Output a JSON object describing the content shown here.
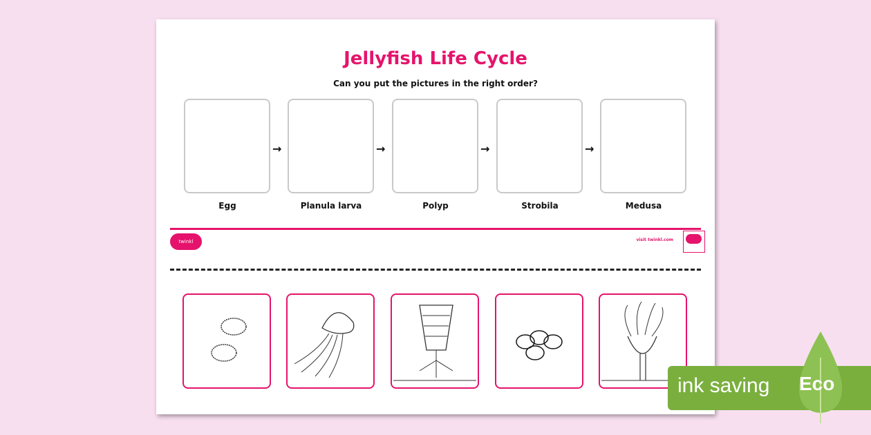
{
  "worksheet": {
    "title": "Jellyfish Life Cycle",
    "subtitle": "Can you put the pictures in the right order?",
    "stages": [
      "Egg",
      "Planula larva",
      "Polyp",
      "Strobila",
      "Medusa"
    ],
    "arrow_glyph": "→",
    "footer": {
      "logo_left_text": "twinkl",
      "url": "visit twinkl.com"
    },
    "pictures": [
      "eggs-spiky",
      "jellyfish",
      "strobila",
      "eggs-cluster",
      "polyp"
    ]
  },
  "badge": {
    "text": "ink saving",
    "eco_label": "Eco"
  },
  "colors": {
    "accent": "#e5136b",
    "background": "#f8dff0",
    "eco_green": "#7aaf3e"
  }
}
